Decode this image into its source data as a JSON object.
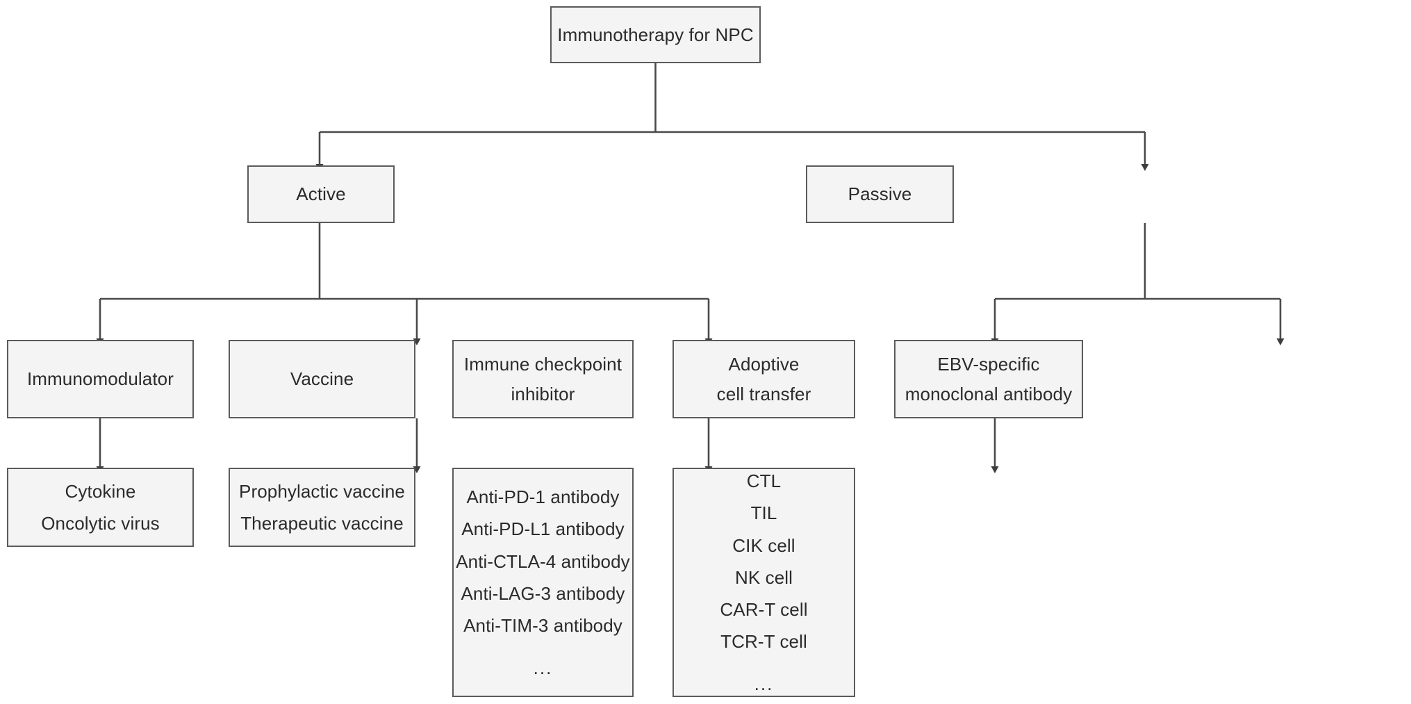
{
  "diagram": {
    "title_node": {
      "id": "immunotherapy-for-npc",
      "lines": [
        "Immunotherapy for NPC"
      ]
    },
    "level2": [
      {
        "id": "active",
        "lines": [
          "Active"
        ]
      },
      {
        "id": "passive",
        "lines": [
          "Passive"
        ]
      }
    ],
    "level3": [
      {
        "id": "immunomodulator",
        "lines": [
          "Immunomodulator"
        ]
      },
      {
        "id": "vaccine",
        "lines": [
          "Vaccine"
        ]
      },
      {
        "id": "immune-checkpoint-inhibitor",
        "lines": [
          "Immune checkpoint",
          "inhibitor"
        ]
      },
      {
        "id": "adoptive-cell-transfer",
        "lines": [
          "Adoptive",
          "cell transfer"
        ]
      },
      {
        "id": "ebv-specific-monoclonal-antibody",
        "lines": [
          "EBV-specific",
          "monoclonal antibody"
        ]
      }
    ],
    "level4": [
      {
        "id": "cytokine-oncolytic-virus",
        "lines": [
          "Cytokine",
          "Oncolytic virus"
        ],
        "ellipsis": ""
      },
      {
        "id": "vaccine-types",
        "lines": [
          "Prophylactic vaccine",
          "Therapeutic vaccine"
        ],
        "ellipsis": ""
      },
      {
        "id": "checkpoint-antibodies",
        "lines": [
          "Anti-PD-1 antibody",
          "Anti-PD-L1 antibody",
          "Anti-CTLA-4 antibody",
          "Anti-LAG-3 antibody",
          "Anti-TIM-3 antibody"
        ],
        "ellipsis": "..."
      },
      {
        "id": "adoptive-cell-types",
        "lines": [
          "CTL",
          "TIL",
          "CIK cell",
          "NK cell",
          "CAR-T cell",
          "TCR-T cell"
        ],
        "ellipsis": "..."
      }
    ],
    "colors": {
      "box_fill": "#f4f4f4",
      "box_border": "#5b5b5b",
      "text": "#2b2b2b",
      "connector": "#4a4a4a",
      "background": "#ffffff"
    }
  }
}
